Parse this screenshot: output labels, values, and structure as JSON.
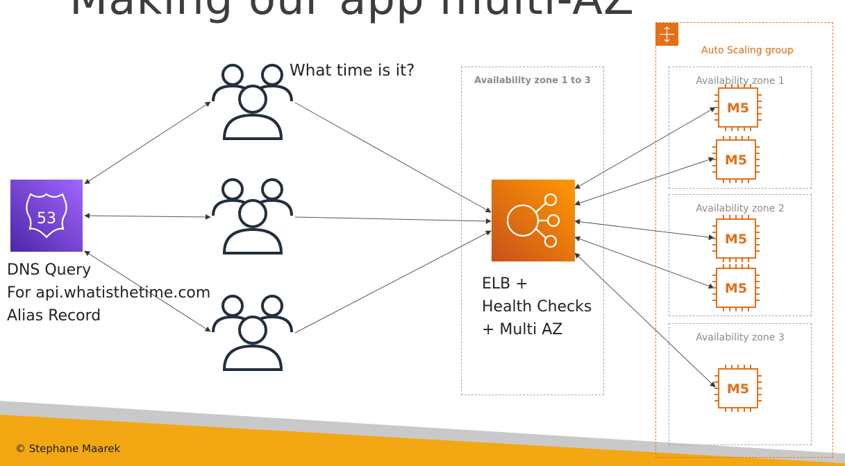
{
  "title": "Making our app multi-AZ",
  "question": "What time is it?",
  "route53": {
    "badge": "53",
    "lines": [
      "DNS Query",
      "For api.whatisthetime.com",
      "Alias Record"
    ]
  },
  "elb": {
    "lines": [
      "ELB +",
      "Health Checks",
      "+ Multi AZ"
    ]
  },
  "elb_zone_label": "Availability zone 1 to 3",
  "asg_label": "Auto Scaling group",
  "zones": [
    {
      "label": "Availability zone 1",
      "instances": [
        "M5",
        "M5"
      ]
    },
    {
      "label": "Availability zone 2",
      "instances": [
        "M5",
        "M5"
      ]
    },
    {
      "label": "Availability zone 3",
      "instances": [
        "M5"
      ]
    }
  ],
  "copyright": "© Stephane Maarek",
  "colors": {
    "route53_purple": "#8a4df2",
    "elb_orange": "#e8731d",
    "ec2_orange": "#e36f19",
    "footer_orange": "#f3a712",
    "user_stroke": "#232f3e"
  }
}
